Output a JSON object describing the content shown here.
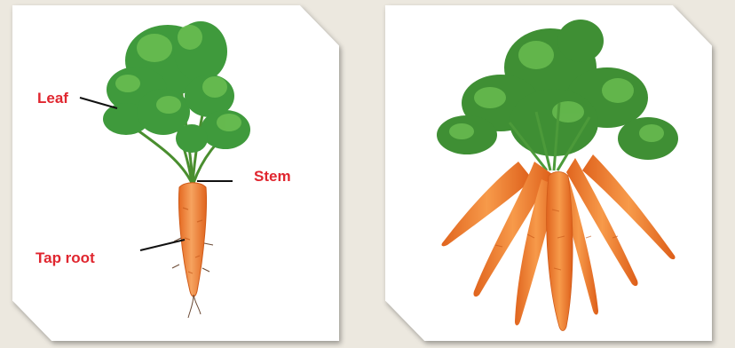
{
  "diagram": {
    "labels": {
      "leaf": "Leaf",
      "stem": "Stem",
      "tap_root": "Tap root"
    },
    "label_color": "#e0262f",
    "pointer_color": "#111111"
  },
  "colors": {
    "background": "#ece8df",
    "card": "#ffffff",
    "leaf_green": "#3f9a3c",
    "leaf_light": "#6cbf52",
    "carrot_orange": "#f07a2a",
    "carrot_light": "#f6a35f"
  },
  "photo": {
    "subject": "bunch-of-carrots"
  }
}
